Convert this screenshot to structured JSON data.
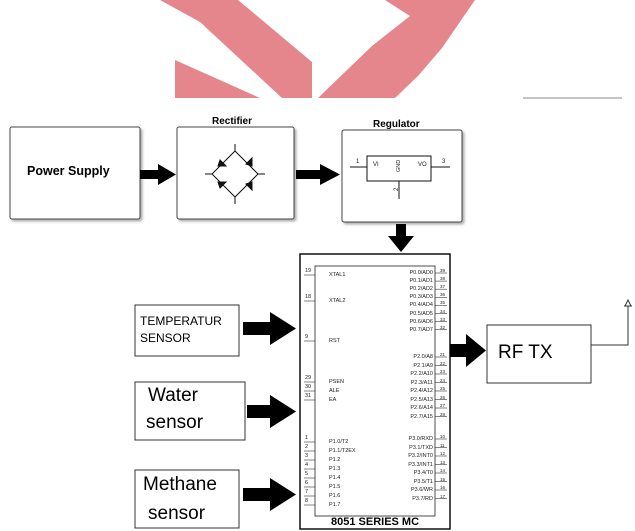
{
  "diagram": {
    "power_supply": "Power Supply",
    "rectifier": "Rectifier",
    "regulator": "Regulator",
    "regulator_pins": {
      "vi": "VI",
      "vo": "VO",
      "gnd": "GND",
      "pin1": "1",
      "pin2": "2",
      "pin3": "3"
    },
    "temperature_sensor": [
      "TEMPERATUR",
      "SENSOR"
    ],
    "water_sensor": [
      "Water",
      "sensor"
    ],
    "methane_sensor": [
      "Methane",
      "sensor"
    ],
    "mcu_label": "8051 SERIES MC",
    "rf_tx": "RF TX",
    "mcu_left_pins": [
      {
        "num": "19",
        "name": "XTAL1"
      },
      {
        "num": "18",
        "name": "XTAL2"
      },
      {
        "num": "9",
        "name": "RST"
      },
      {
        "num": "29",
        "name": "PSEN"
      },
      {
        "num": "30",
        "name": "ALE"
      },
      {
        "num": "31",
        "name": "EA"
      },
      {
        "num": "1",
        "name": "P1.0/T2"
      },
      {
        "num": "2",
        "name": "P1.1/T2EX"
      },
      {
        "num": "3",
        "name": "P1.2"
      },
      {
        "num": "4",
        "name": "P1.3"
      },
      {
        "num": "5",
        "name": "P1.4"
      },
      {
        "num": "6",
        "name": "P1.5"
      },
      {
        "num": "7",
        "name": "P1.6"
      },
      {
        "num": "8",
        "name": "P1.7"
      }
    ],
    "mcu_right_pins": [
      {
        "num": "39",
        "name": "P0.0/AD0"
      },
      {
        "num": "38",
        "name": "P0.1/AD1"
      },
      {
        "num": "37",
        "name": "P0.2/AD2"
      },
      {
        "num": "36",
        "name": "P0.3/AD3"
      },
      {
        "num": "35",
        "name": "P0.4/AD4"
      },
      {
        "num": "34",
        "name": "P0.5/AD5"
      },
      {
        "num": "33",
        "name": "P0.6/AD6"
      },
      {
        "num": "32",
        "name": "P0.7/AD7"
      },
      {
        "num": "21",
        "name": "P2.0/A8"
      },
      {
        "num": "22",
        "name": "P2.1/A9"
      },
      {
        "num": "23",
        "name": "P2.2/A10"
      },
      {
        "num": "24",
        "name": "P2.3/A11"
      },
      {
        "num": "25",
        "name": "P2.4/A12"
      },
      {
        "num": "26",
        "name": "P2.5/A13"
      },
      {
        "num": "27",
        "name": "P2.6/A14"
      },
      {
        "num": "28",
        "name": "P2.7/A15"
      },
      {
        "num": "10",
        "name": "P3.0/RXD"
      },
      {
        "num": "11",
        "name": "P3.1/TXD"
      },
      {
        "num": "12",
        "name": "P3.2/INT0"
      },
      {
        "num": "13",
        "name": "P3.3/INT1"
      },
      {
        "num": "14",
        "name": "P3.4/T0"
      },
      {
        "num": "15",
        "name": "P3.5/T1"
      },
      {
        "num": "16",
        "name": "P3.6/WR"
      },
      {
        "num": "17",
        "name": "P3.7/RD"
      }
    ],
    "colors": {
      "watermark": "#e47f86",
      "ink": "#000000"
    }
  }
}
